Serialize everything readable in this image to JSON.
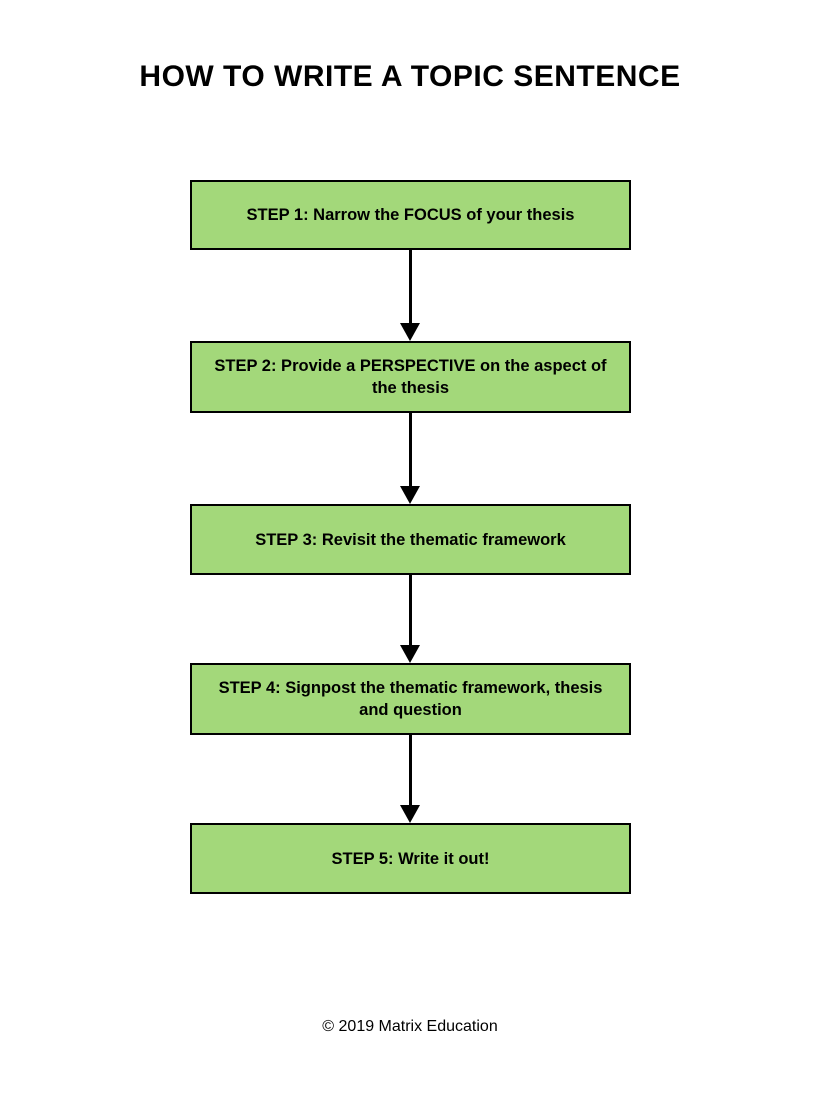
{
  "page": {
    "title": "HOW TO WRITE A TOPIC SENTENCE",
    "footer": "© 2019 Matrix Education",
    "background_color": "#ffffff"
  },
  "flowchart": {
    "box_fill_color": "#a3d87a",
    "box_border_color": "#000000",
    "arrow_color": "#000000",
    "text_color": "#000000",
    "steps": [
      {
        "label": "STEP 1: Narrow the FOCUS of your thesis"
      },
      {
        "label": "STEP 2: Provide a PERSPECTIVE on the aspect of\nthe thesis"
      },
      {
        "label": "STEP 3: Revisit the thematic framework"
      },
      {
        "label": "STEP 4: Signpost the thematic framework, thesis\nand question"
      },
      {
        "label": "STEP 5: Write it out!"
      }
    ]
  }
}
